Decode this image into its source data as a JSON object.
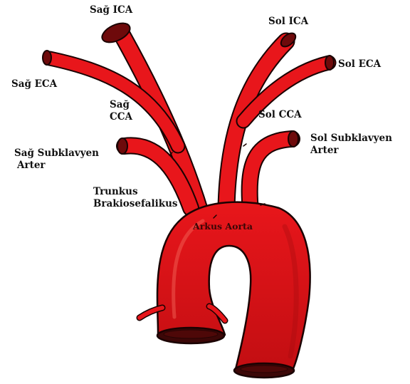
{
  "colors": {
    "vessel": "#e8161b",
    "vessel_shadow": "#a30b0e",
    "vessel_highlight": "#f46a5e",
    "lumen": "#3c0707",
    "outline": "#1a0202",
    "label_text": "#111111"
  },
  "labels": {
    "sag_ica": "Sağ ICA",
    "sol_ica": "Sol ICA",
    "sag_eca": "Sağ ECA",
    "sol_eca": "Sol ECA",
    "sag_cca_line1": "Sağ",
    "sag_cca_line2": "CCA",
    "sol_cca": "Sol CCA",
    "sag_subklavyen_line1": "Sağ Subklavyen",
    "sag_subklavyen_line2": "Arter",
    "sol_subklavyen_line1": "Sol Subklavyen",
    "sol_subklavyen_line2": "Arter",
    "trunkus_line1": "Trunkus",
    "trunkus_line2": "Brakiosefalikus",
    "arkus_aorta": "Arkus Aorta"
  }
}
